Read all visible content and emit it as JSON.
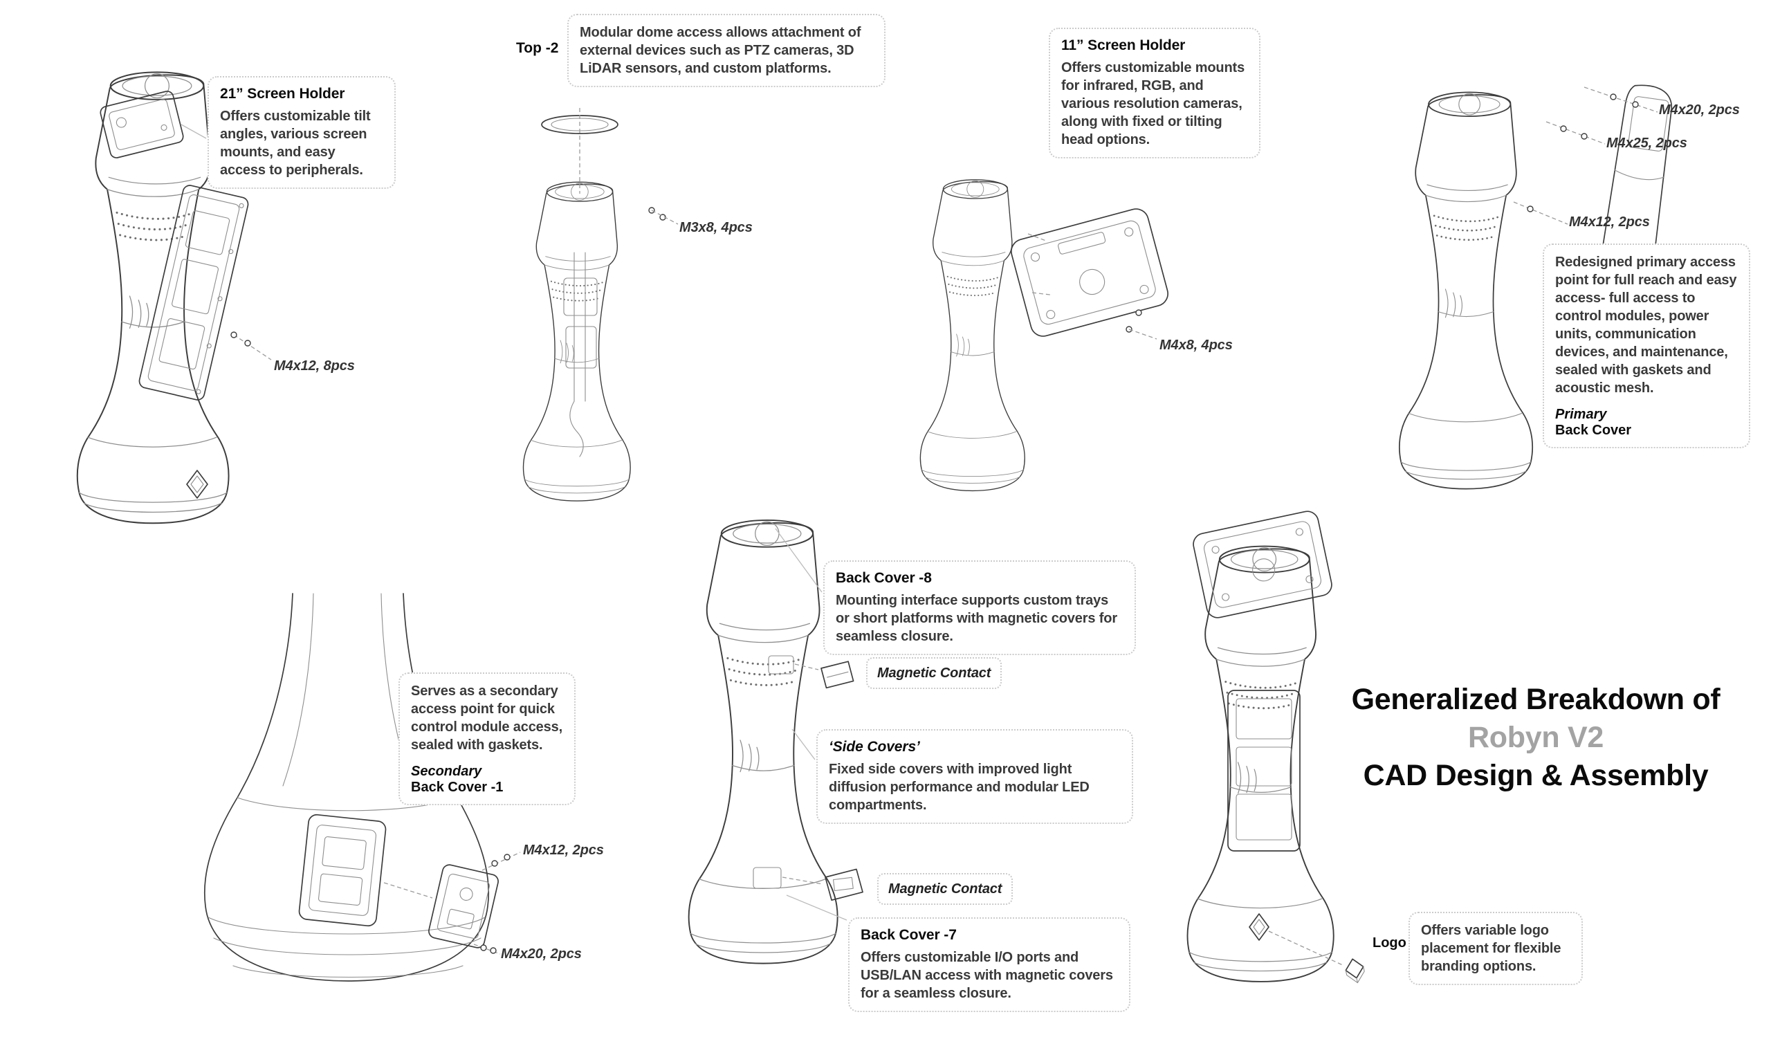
{
  "title": {
    "line1": "Generalized Breakdown of",
    "line2": "Robyn V2",
    "line3": "CAD Design & Assembly"
  },
  "colors": {
    "title_accent": "#a3a3a3"
  },
  "views": {
    "screen21": {
      "heading": "21” Screen Holder",
      "body": "Offers customizable tilt angles, various screen mounts, and easy access to peripherals.",
      "screw": "M4x12, 8pcs"
    },
    "top2": {
      "label": "Top -2",
      "body": "Modular dome access allows attachment of external devices such as PTZ cameras, 3D LiDAR sensors, and custom platforms.",
      "screw": "M3x8, 4pcs"
    },
    "screen11": {
      "heading": "11” Screen Holder",
      "body": "Offers customizable mounts for infrared, RGB, and various resolution cameras, along with fixed or tilting head options.",
      "screw": "M4x8, 4pcs"
    },
    "primary_back": {
      "screw1": "M4x20, 2pcs",
      "screw2": "M4x25, 2pcs",
      "screw3": "M4x12, 2pcs",
      "body": "Redesigned primary access point for full reach and easy access- full access to control modules, power units, communication devices, and maintenance, sealed with gaskets and acoustic mesh.",
      "label_role": "Primary",
      "label_name": "Back Cover"
    },
    "secondary_back": {
      "body": "Serves as a secondary access point for quick control module access, sealed with gaskets.",
      "label_role": "Secondary",
      "label_name": "Back Cover -1",
      "screw1": "M4x12, 2pcs",
      "screw2": "M4x20, 2pcs"
    },
    "back8": {
      "heading": "Back Cover -8",
      "body": "Mounting interface supports custom trays or short platforms with magnetic covers for seamless closure.",
      "magnetic": "Magnetic Contact"
    },
    "side_covers": {
      "heading": "‘Side Covers’",
      "body": "Fixed side covers with improved light diffusion performance and modular LED compartments."
    },
    "back7": {
      "heading": "Back Cover -7",
      "body": "Offers customizable I/O ports and USB/LAN access with magnetic covers for a seamless closure.",
      "magnetic": "Magnetic Contact"
    },
    "logo": {
      "label": "Logo",
      "body": "Offers variable logo placement for flexible branding options."
    }
  }
}
